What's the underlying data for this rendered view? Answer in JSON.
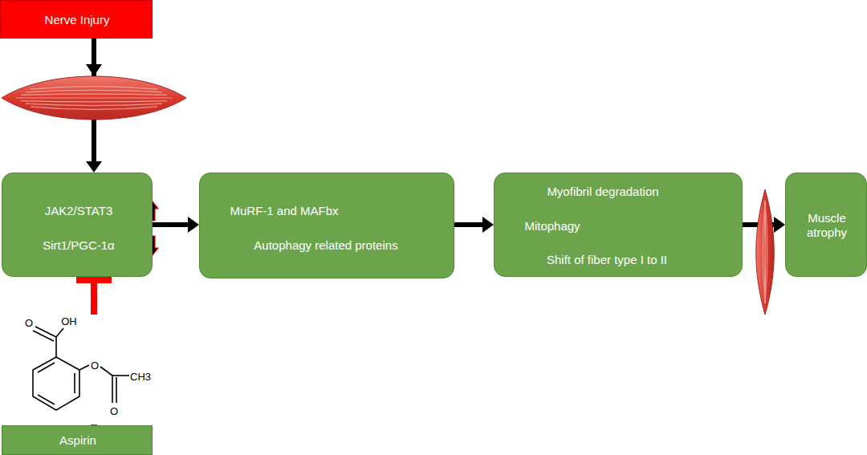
{
  "diagram": {
    "nodes": [
      {
        "text": [
          "Nerve Injury"
        ]
      },
      {
        "text": [
          "JAK2/STAT3",
          "Sirt1/PGC-1α"
        ]
      },
      {
        "text": [
          "MuRF-1 and MAFbx",
          "Autophagy related proteins"
        ]
      },
      {
        "text": [
          "Myofibril degradation",
          "Mitophagy",
          "Shift of fiber type I to II"
        ]
      },
      {
        "text": [
          "Muscle atrophy"
        ]
      },
      {
        "text": [
          "Aspirin"
        ]
      }
    ],
    "edges": [
      {
        "from": 0,
        "to": 1,
        "arrow": "to"
      },
      {
        "from": 1,
        "to": 2,
        "arrow": "to"
      },
      {
        "from": 2,
        "to": 3,
        "arrow": "to"
      },
      {
        "from": 3,
        "to": 4,
        "arrow": "to"
      },
      {
        "from": 5,
        "to": 1,
        "arrow": "to"
      }
    ],
    "labels": [
      "O",
      "OH",
      "O",
      "CH3",
      "O"
    ]
  }
}
